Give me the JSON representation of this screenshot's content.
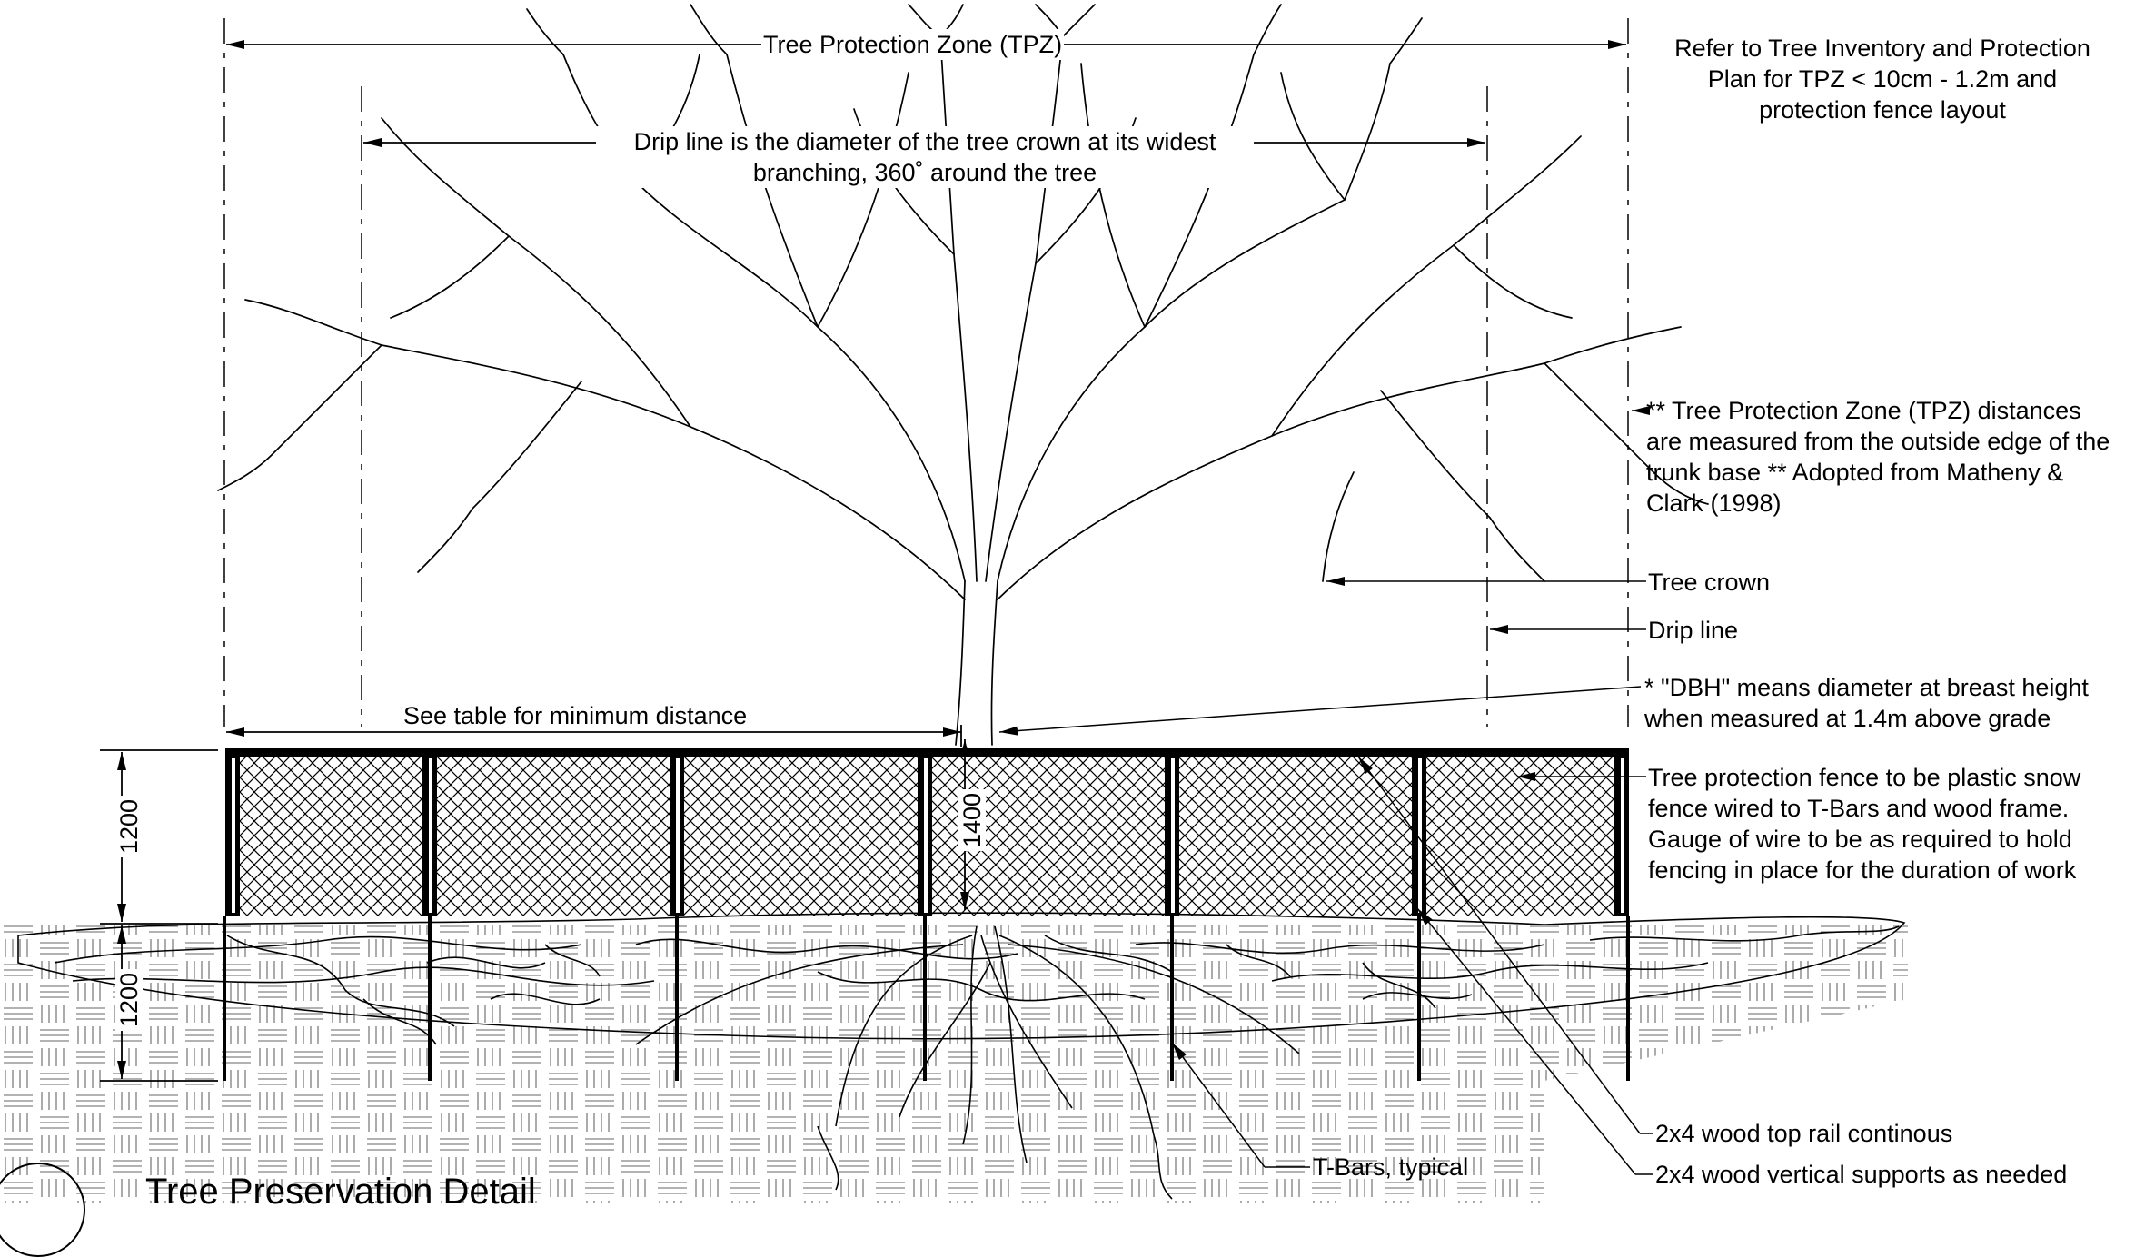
{
  "dimensions": {
    "tpz": "Tree Protection Zone (TPZ)",
    "drip_line_line1": "Drip line is the diameter of the tree crown at its widest",
    "drip_line_line2": "branching, 360˚ around the tree",
    "min_distance": "See table for minimum distance",
    "fence_height": "1200",
    "post_depth": "1200",
    "dbh_height": "1400"
  },
  "notes": {
    "inventory_line1": "Refer to Tree Inventory and Protection",
    "inventory_line2": "Plan for TPZ < 10cm - 1.2m and",
    "inventory_line3": "protection fence layout",
    "tpz_line1": "** Tree Protection Zone (TPZ) distances",
    "tpz_line2": "are measured from the outside edge of the",
    "tpz_line3": "trunk base ** Adopted from Matheny &",
    "tpz_line4": "Clark (1998)",
    "tree_crown": "Tree crown",
    "drip_line": "Drip line",
    "dbh_line1": "* \"DBH\" means diameter at breast height",
    "dbh_line2": "when measured at 1.4m above grade",
    "fence_line1": "Tree protection fence to be plastic snow",
    "fence_line2": "fence wired to T-Bars and wood frame.",
    "fence_line3": "Gauge of wire to be as required to hold",
    "fence_line4": "fencing in place for the duration of work",
    "top_rail": "2x4 wood top rail continous",
    "vertical_supports": "2x4 wood vertical supports as needed",
    "t_bars": "T-Bars, typical"
  },
  "title": "Tree Preservation Detail"
}
